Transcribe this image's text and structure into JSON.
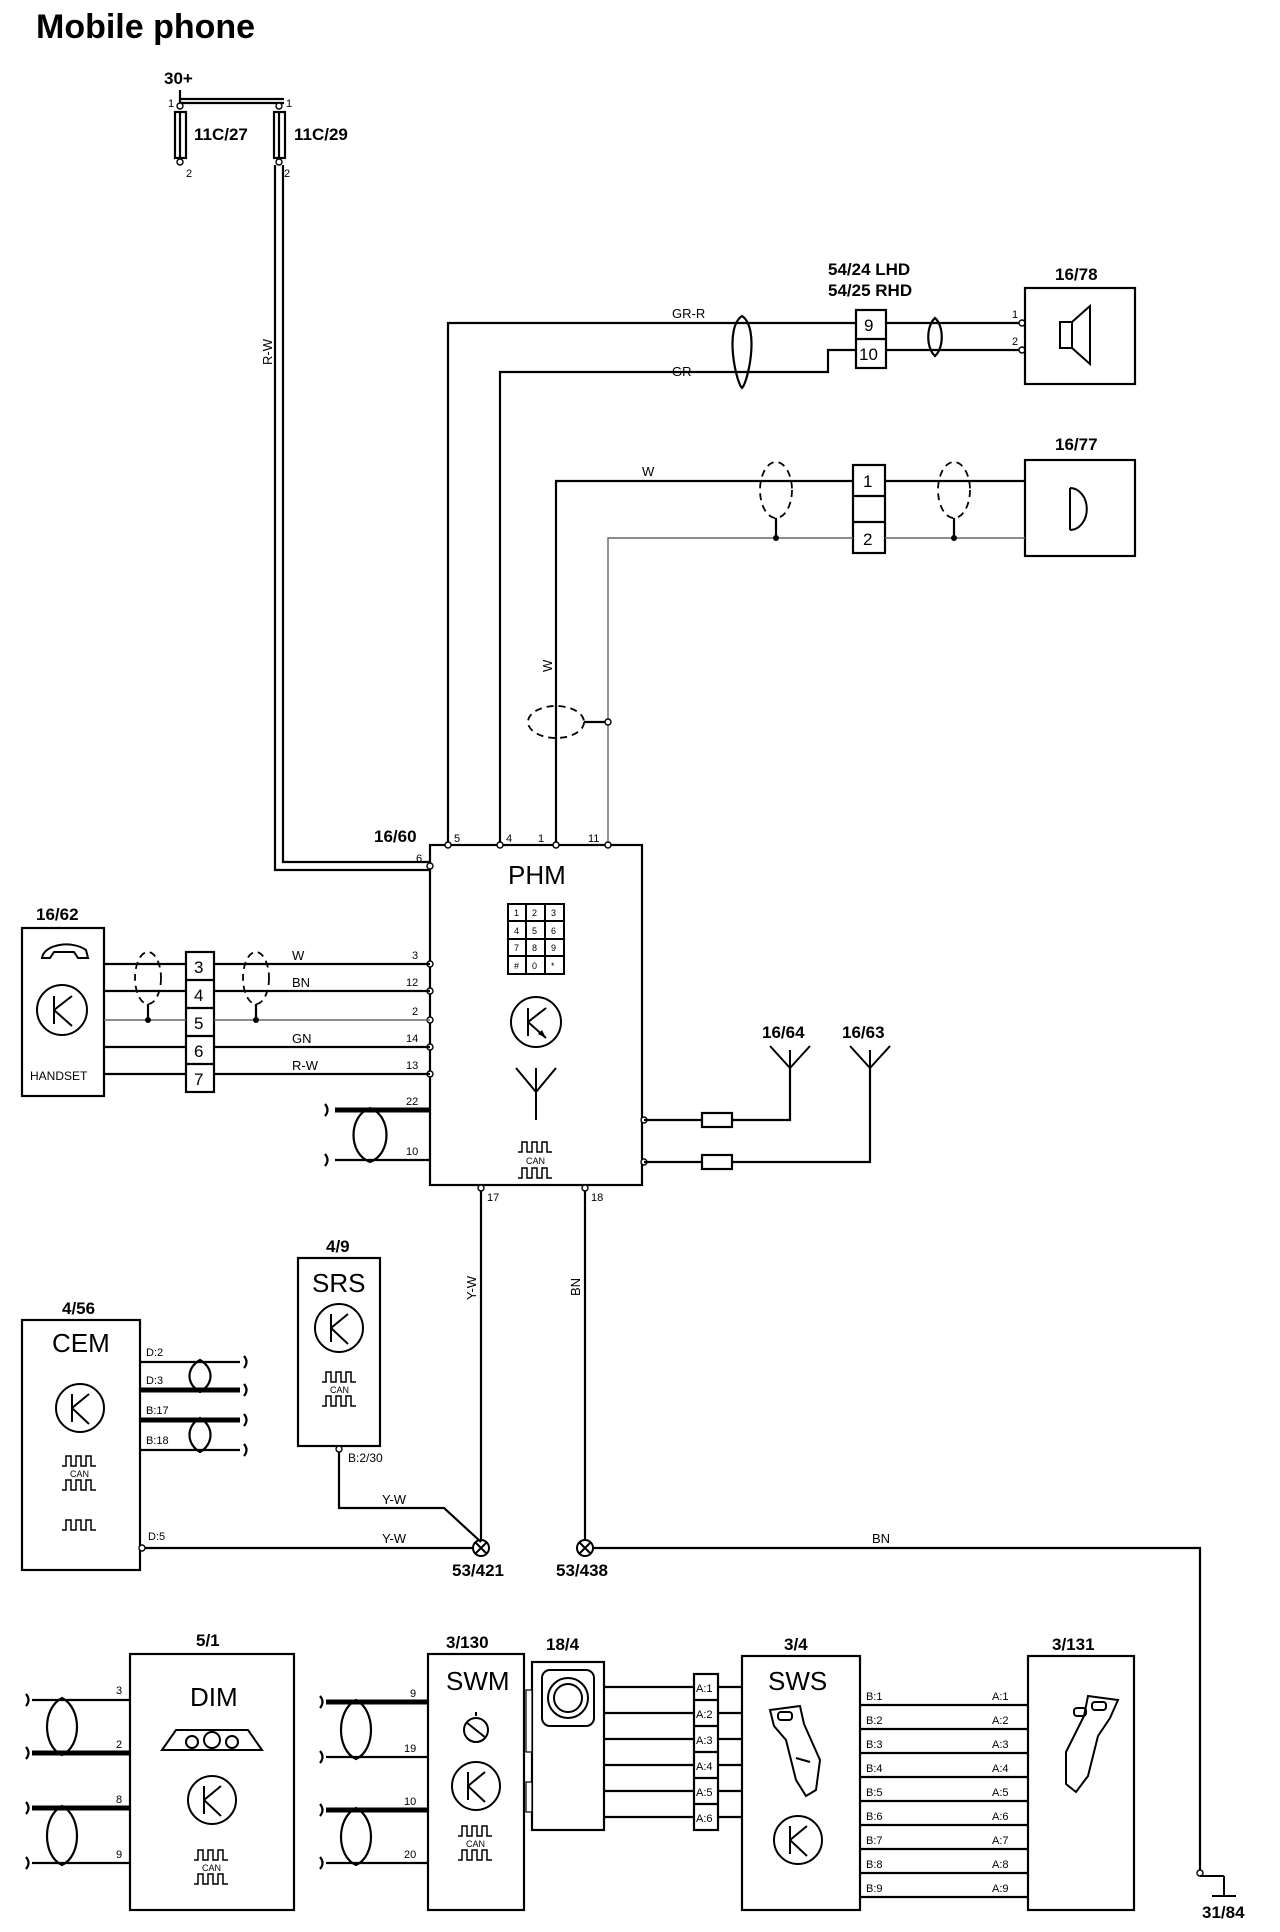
{
  "title": "Mobile phone",
  "supply": {
    "label": "30+",
    "fuse_a": "11C/27",
    "fuse_b": "11C/29",
    "pin1": "1",
    "pin2": "2",
    "wire": "R-W"
  },
  "speaker": {
    "id": "16/78",
    "connector": "54/24 LHD",
    "connector_alt": "54/25 RHD",
    "pins": [
      "9",
      "10"
    ],
    "term_pins": [
      "1",
      "2"
    ],
    "wires": [
      "GR-R",
      "GR"
    ]
  },
  "microphone": {
    "id": "16/77",
    "pins": [
      "1",
      "2"
    ],
    "wire": "W",
    "wire_vertical": "W"
  },
  "phm": {
    "id": "16/60",
    "name": "PHM",
    "keypad": [
      "1",
      "2",
      "3",
      "4",
      "5",
      "6",
      "7",
      "8",
      "9",
      "#",
      "0",
      "*"
    ],
    "top_pins": [
      "5",
      "4",
      "1",
      "11"
    ],
    "left_pins": [
      "6",
      "3",
      "12",
      "2",
      "14",
      "13",
      "22",
      "10"
    ],
    "bottom_pins": [
      "17",
      "18"
    ],
    "can": "CAN"
  },
  "handset": {
    "id": "16/62",
    "label": "HANDSET",
    "pins": [
      "3",
      "4",
      "5",
      "6",
      "7"
    ],
    "wires": [
      "W",
      "BN",
      "GN",
      "R-W"
    ]
  },
  "antennas": [
    "16/64",
    "16/63"
  ],
  "srs": {
    "id": "4/9",
    "name": "SRS",
    "can": "CAN",
    "pin": "B:2/30",
    "wire": "Y-W"
  },
  "cem": {
    "id": "4/56",
    "name": "CEM",
    "can": "CAN",
    "pins": [
      "D:2",
      "D:3",
      "B:17",
      "B:18",
      "D:5"
    ],
    "wire": "Y-W"
  },
  "ground_bus": {
    "left": "53/421",
    "right": "53/438",
    "wire_left": "Y-W",
    "wire_right": "BN",
    "wire_bus": "BN",
    "ground": "31/84"
  },
  "dim": {
    "id": "5/1",
    "name": "DIM",
    "can": "CAN",
    "pins": [
      "3",
      "2",
      "8",
      "9"
    ]
  },
  "swm": {
    "id": "3/130",
    "name": "SWM",
    "can": "CAN",
    "pins": [
      "9",
      "19",
      "10",
      "20"
    ]
  },
  "clockspring": {
    "id": "18/4"
  },
  "sws": {
    "id": "3/4",
    "name": "SWS",
    "a_pins": [
      "A:1",
      "A:2",
      "A:3",
      "A:4",
      "A:5",
      "A:6"
    ],
    "b_pins": [
      "B:1",
      "B:2",
      "B:3",
      "B:4",
      "B:5",
      "B:6",
      "B:7",
      "B:8",
      "B:9"
    ]
  },
  "sw131": {
    "id": "3/131",
    "a_pins": [
      "A:1",
      "A:2",
      "A:3",
      "A:4",
      "A:5",
      "A:6",
      "A:7",
      "A:8",
      "A:9"
    ]
  }
}
